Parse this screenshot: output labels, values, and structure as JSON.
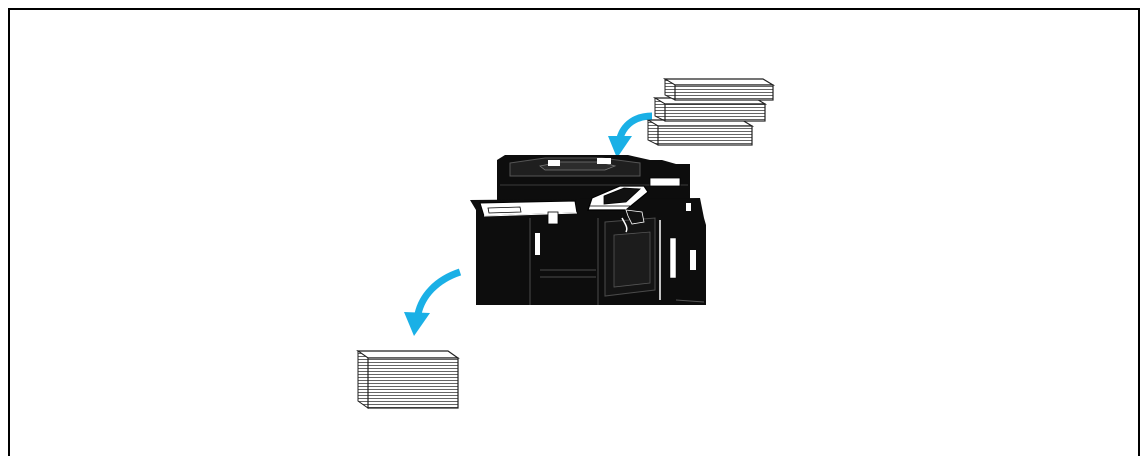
{
  "figure": {
    "description_items": [
      "original-stack",
      "mfp-machine",
      "output-stack"
    ],
    "colors": {
      "arrow": "#1ab0e6",
      "machine": "#0d0d0d",
      "paper_edge": "#3a3a3a",
      "paper_face": "#ffffff"
    },
    "icons": {
      "input": "paper-stack-icon",
      "device": "copier-machine-icon",
      "output": "paper-stack-icon",
      "flow": "curved-arrow-icon"
    }
  }
}
